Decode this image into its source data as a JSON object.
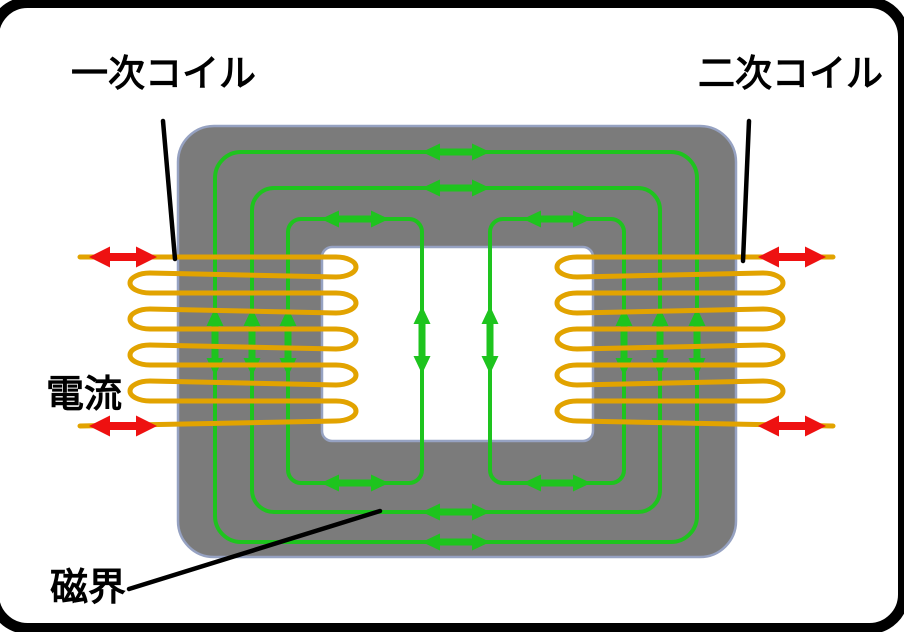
{
  "figure": {
    "type": "transformer-magnetic-field-diagram",
    "labels": {
      "primary_coil": "一次コイル",
      "secondary_coil": "二次コイル",
      "current": "電流",
      "magnetic_field": "磁界"
    },
    "colors": {
      "background": "#ffffff",
      "frame": "#000000",
      "core_fill": "#7b7b7b",
      "core_outline": "#96a2c2",
      "field_line": "#1ec41e",
      "coil_wire": "#e2a300",
      "current_arrow": "#ee1111",
      "pointer_line": "#000000",
      "label_text": "#000000"
    }
  }
}
